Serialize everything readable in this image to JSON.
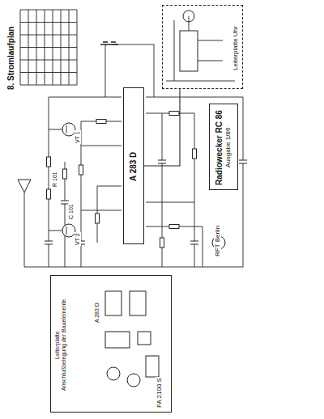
{
  "diagram": {
    "title": "8. Stromlaufplan",
    "nodes": [
      {
        "text": [
          "Radiowecker RC 86",
          "Ausgabe 1/86"
        ]
      },
      {
        "text": [
          "A 283 D"
        ]
      },
      {
        "text": [
          "Leiterplatte Uhr"
        ]
      },
      {
        "text": [
          "Leiterplatte",
          "Anschlußbelegung der Bauelemente"
        ]
      }
    ],
    "edges": [
      {
        "from": 2,
        "to": 1,
        "arrow": "none"
      }
    ],
    "labels": [
      "RFT Berlin",
      "VT 1",
      "VT 2",
      "C 101",
      "R 101",
      "A 283 D",
      "FA 2100 S"
    ]
  }
}
